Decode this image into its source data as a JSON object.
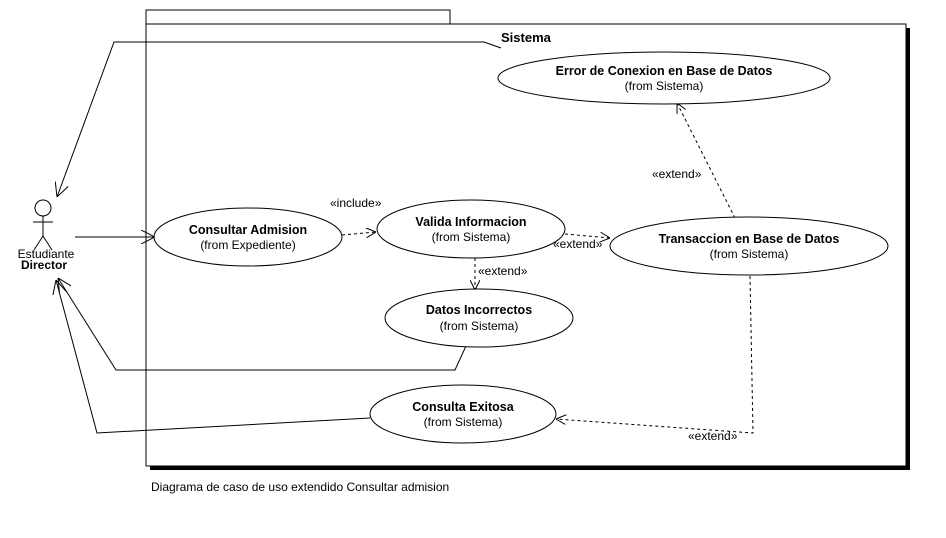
{
  "diagram": {
    "system_name": "Sistema",
    "caption": "Diagrama de caso de uso extendido Consultar admision",
    "actors": [
      {
        "label_top": "Estudiante",
        "label_bottom": "Director"
      }
    ],
    "use_cases": {
      "consultar_admision": {
        "title": "Consultar Admision",
        "sub": "(from Expediente)"
      },
      "valida_informacion": {
        "title": "Valida Informacion",
        "sub": "(from Sistema)"
      },
      "error_conexion": {
        "title": "Error de Conexion en Base de Datos",
        "sub": "(from Sistema)"
      },
      "transaccion": {
        "title": "Transaccion en Base de Datos",
        "sub": "(from Sistema)"
      },
      "datos_incorrectos": {
        "title": "Datos Incorrectos",
        "sub": "(from Sistema)"
      },
      "consulta_exitosa": {
        "title": "Consulta Exitosa",
        "sub": "(from Sistema)"
      }
    },
    "relations": {
      "include": "«include»",
      "extend_error": "«extend»",
      "extend_transaccion": "«extend»",
      "extend_datos": "«extend»",
      "extend_exitosa": "«extend»"
    }
  }
}
